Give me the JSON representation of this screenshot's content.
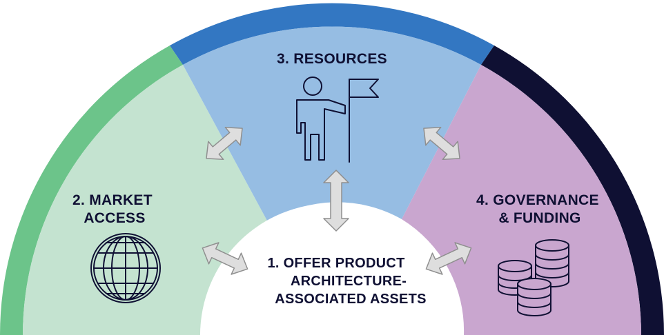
{
  "diagram": {
    "segments": [
      {
        "id": "market-access",
        "lines": [
          "2. MARKET",
          "ACCESS"
        ],
        "fill": "#c4e3d0",
        "rim": "#6cc48a",
        "icon": "globe-icon"
      },
      {
        "id": "resources",
        "lines": [
          "3. RESOURCES"
        ],
        "fill": "#96bde3",
        "rim": "#3377c2",
        "icon": "person-with-flag-icon"
      },
      {
        "id": "governance-funding",
        "lines": [
          "4. GOVERNANCE",
          "& FUNDING"
        ],
        "fill": "#c9a6cf",
        "rim": "#0f1033",
        "icon": "coin-stacks-icon"
      }
    ],
    "center": {
      "lines": [
        "1.  OFFER PRODUCT",
        "ARCHITECTURE-",
        "ASSOCIATED ASSETS"
      ],
      "fill": "#ffffff"
    },
    "arrow_color": "#dedede",
    "text_color": "#0f1033"
  }
}
